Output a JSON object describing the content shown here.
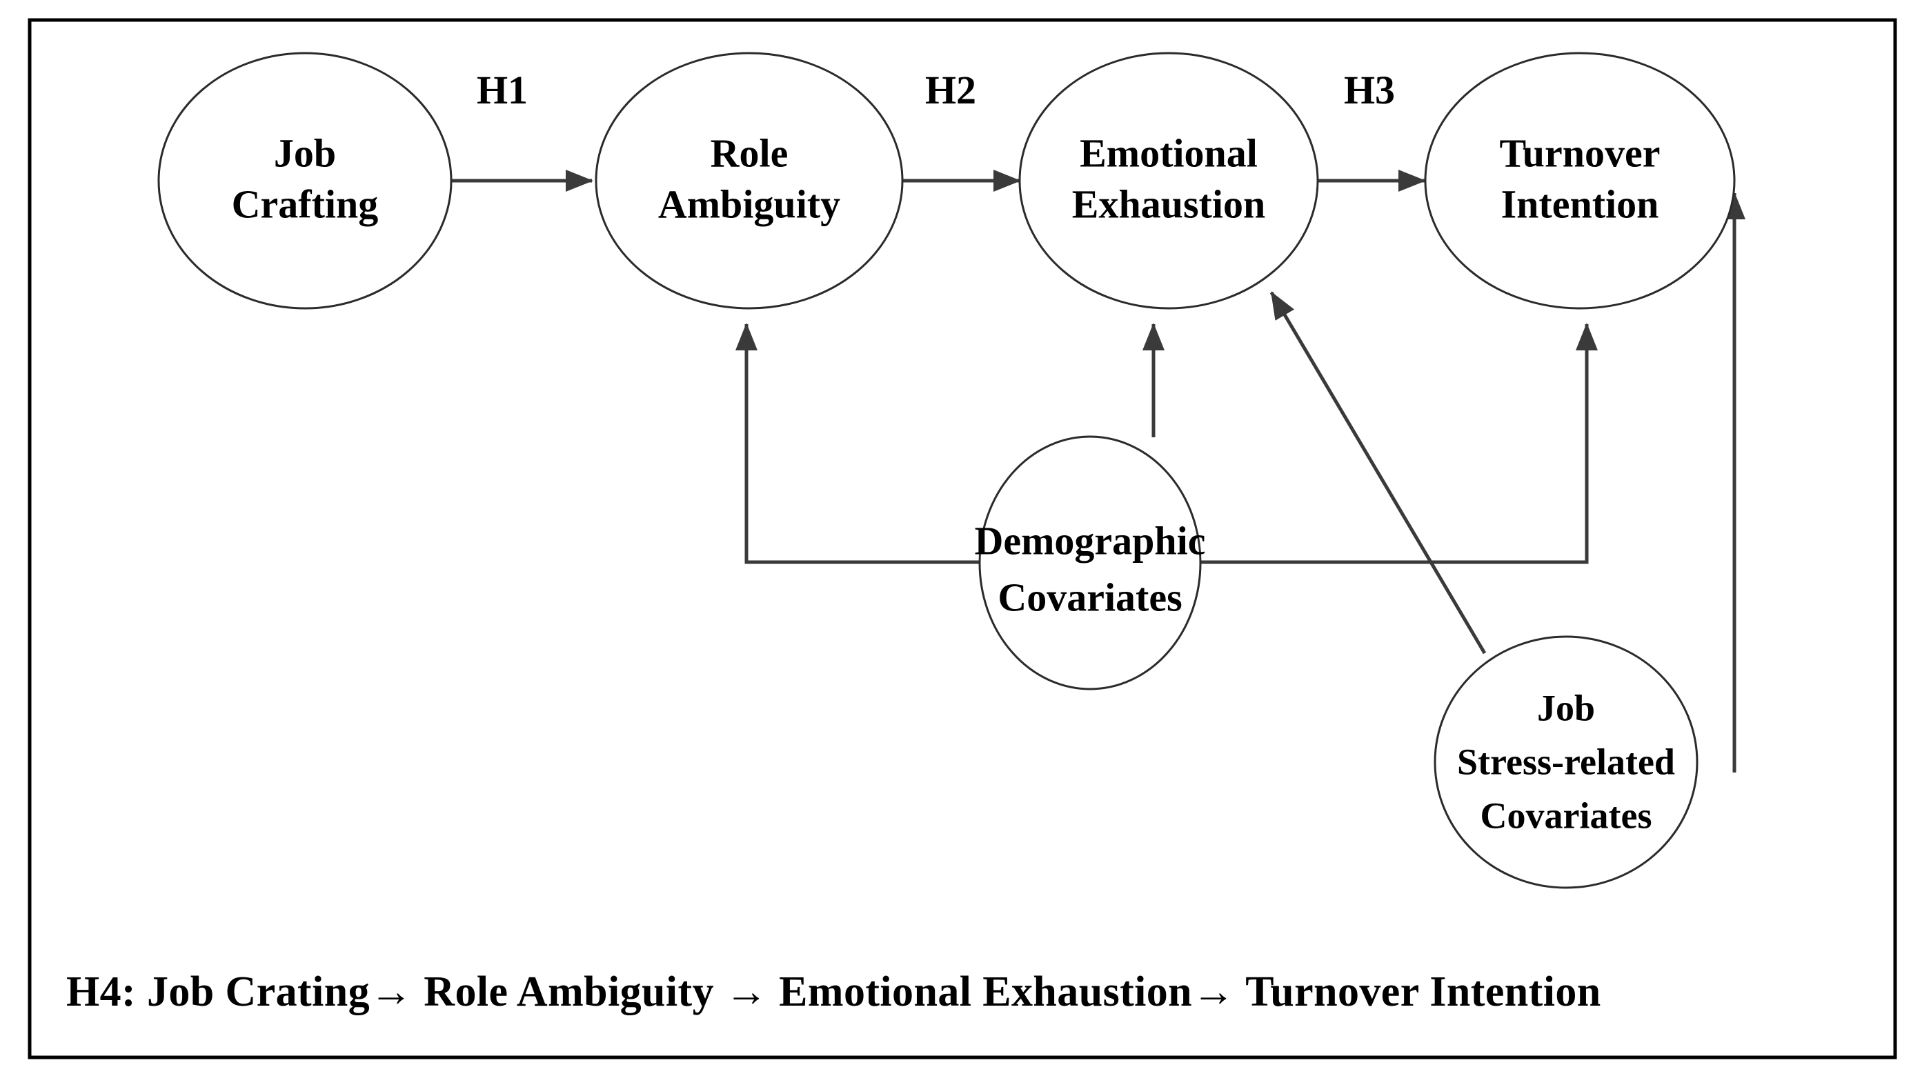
{
  "figure": {
    "title_caption": "H4: Job Crating→ Role Ambiguity → Emotional Exhaustion→ Turnover Intention",
    "frame_color": "#000000",
    "node_stroke_color": "#2b2b2b",
    "edge_color": "#3a3a3a",
    "background_color": "#ffffff"
  },
  "nodes": {
    "job_crafting": {
      "line1": "Job",
      "line2": "Crafting"
    },
    "role_ambiguity": {
      "line1": "Role",
      "line2": "Ambiguity"
    },
    "emotional_exhaustion": {
      "line1": "Emotional",
      "line2": "Exhaustion"
    },
    "turnover_intention": {
      "line1": "Turnover",
      "line2": "Intention"
    },
    "demographic_covariates": {
      "line1": "Demographic",
      "line2": "Covariates"
    },
    "job_stress_covariates": {
      "line1": "Job",
      "line2": "Stress-related",
      "line3": "Covariates"
    }
  },
  "hypotheses": {
    "h1": "H1",
    "h2": "H2",
    "h3": "H3",
    "h4_full": "H4: Job Crating→ Role Ambiguity → Emotional Exhaustion→ Turnover Intention"
  },
  "edges": [
    {
      "id": "h1-edge",
      "from": "job_crafting",
      "to": "role_ambiguity",
      "label": "H1",
      "style": "straight-arrow"
    },
    {
      "id": "h2-edge",
      "from": "role_ambiguity",
      "to": "emotional_exhaustion",
      "label": "H2",
      "style": "straight-arrow"
    },
    {
      "id": "h3-edge",
      "from": "emotional_exhaustion",
      "to": "turnover_intention",
      "label": "H3",
      "style": "straight-arrow"
    },
    {
      "id": "demo-to-role",
      "from": "demographic_covariates",
      "to": "role_ambiguity",
      "label": "",
      "style": "elbow-arrow"
    },
    {
      "id": "demo-to-exhaustion",
      "from": "demographic_covariates",
      "to": "emotional_exhaustion",
      "label": "",
      "style": "straight-arrow"
    },
    {
      "id": "demo-to-turnover",
      "from": "demographic_covariates",
      "to": "turnover_intention",
      "label": "",
      "style": "elbow-arrow"
    },
    {
      "id": "stress-to-exhaustion",
      "from": "job_stress_covariates",
      "to": "emotional_exhaustion",
      "label": "",
      "style": "diagonal-arrow"
    },
    {
      "id": "stress-to-turnover",
      "from": "job_stress_covariates",
      "to": "turnover_intention",
      "label": "",
      "style": "elbow-arrow"
    }
  ]
}
